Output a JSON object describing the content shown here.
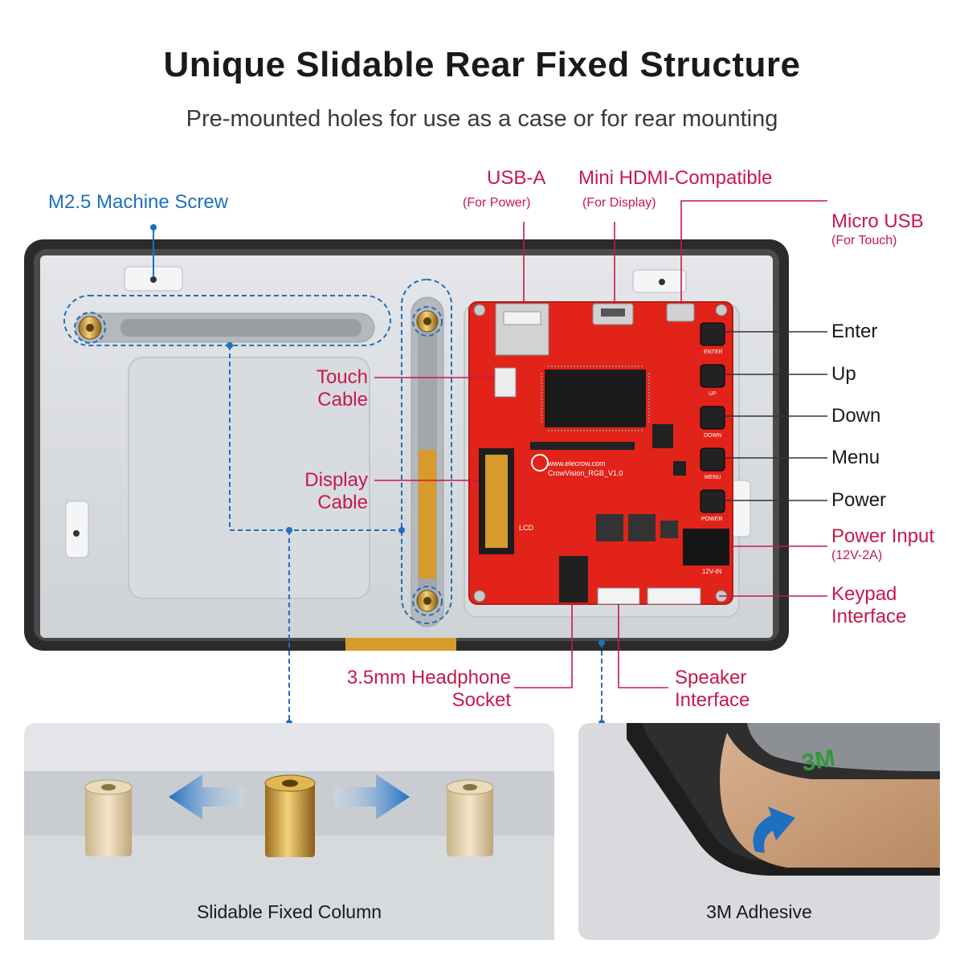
{
  "header": {
    "title": "Unique Slidable Rear Fixed Structure",
    "subtitle": "Pre-mounted holes for use as a case or for rear mounting"
  },
  "callouts": {
    "machine_screw": "M2.5 Machine Screw",
    "usb_a": "USB-A",
    "usb_a_note": "(For Power)",
    "mini_hdmi": "Mini HDMI-Compatible",
    "mini_hdmi_note": "(For Display)",
    "micro_usb": "Micro USB",
    "micro_usb_note": "(For Touch)",
    "enter": "Enter",
    "up": "Up",
    "down": "Down",
    "menu": "Menu",
    "power": "Power",
    "power_input": "Power Input",
    "power_input_note": "(12V-2A)",
    "keypad_line1": "Keypad",
    "keypad_line2": "Interface",
    "touch_line1": "Touch",
    "touch_line2": "Cable",
    "display_line1": "Display",
    "display_line2": "Cable",
    "headphone_line1": "3.5mm Headphone",
    "headphone_line2": "Socket",
    "speaker_line1": "Speaker",
    "speaker_line2": "Interface"
  },
  "board": {
    "url": "www.elecrow.com",
    "model": "CrowVision_RGB_V1.0",
    "btn_enter": "ENTER",
    "btn_up": "UP",
    "btn_down": "DOWN",
    "btn_menu": "MENU",
    "btn_power": "POWER",
    "power_jack": "12V-IN",
    "lcd": "LCD"
  },
  "panels": {
    "left_caption": "Slidable Fixed Column",
    "right_caption": "3M Adhesive",
    "tape_text": "3M"
  },
  "colors": {
    "accent_red": "#c8184a",
    "accent_blue": "#1f6fc0",
    "board_red": "#e2231a"
  }
}
